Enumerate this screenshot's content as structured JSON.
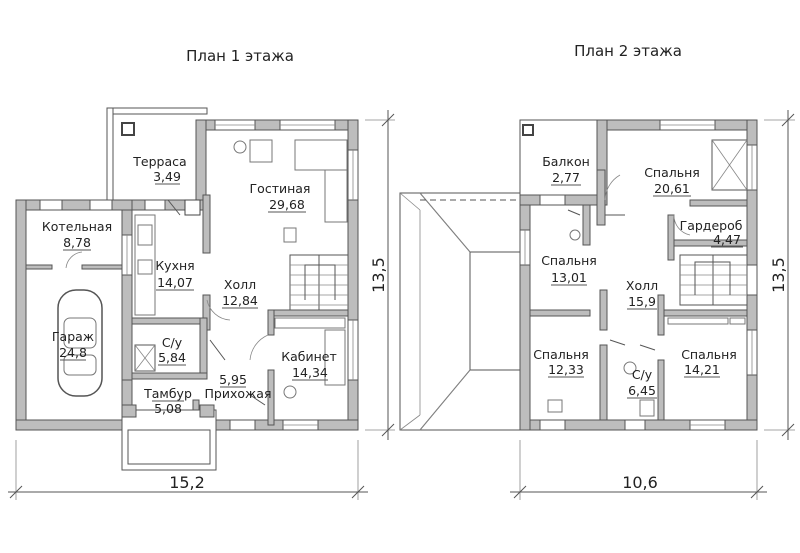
{
  "plans": [
    {
      "title": "План 1 этажа",
      "rooms": [
        {
          "id": "terrasa",
          "name": "Терраса",
          "area": "3,49"
        },
        {
          "id": "gostinaya",
          "name": "Гостиная",
          "area": "29,68"
        },
        {
          "id": "kotelnaya",
          "name": "Котельная",
          "area": "8,78"
        },
        {
          "id": "kukhnya",
          "name": "Кухня",
          "area": "14,07"
        },
        {
          "id": "holl1",
          "name": "Холл",
          "area": "12,84"
        },
        {
          "id": "garazh",
          "name": "Гараж",
          "area": "24,8"
        },
        {
          "id": "su1",
          "name": "С/у",
          "area": "5,84"
        },
        {
          "id": "kabinet",
          "name": "Кабинет",
          "area": "14,34"
        },
        {
          "id": "prikhozhaya",
          "name": "Прихожая",
          "area": "5,95"
        },
        {
          "id": "tambur",
          "name": "Тамбур",
          "area": "5,08"
        }
      ],
      "width_dim": "15,2",
      "height_dim": "13,5"
    },
    {
      "title": "План 2 этажа",
      "rooms": [
        {
          "id": "balkon",
          "name": "Балкон",
          "area": "2,77"
        },
        {
          "id": "spalnya1",
          "name": "Спальня",
          "area": "20,61"
        },
        {
          "id": "garderob",
          "name": "Гардероб",
          "area": "4,47"
        },
        {
          "id": "spalnya2",
          "name": "Спальня",
          "area": "13,01"
        },
        {
          "id": "holl2",
          "name": "Холл",
          "area": "15,9"
        },
        {
          "id": "spalnya3",
          "name": "Спальня",
          "area": "12,33"
        },
        {
          "id": "su2",
          "name": "С/у",
          "area": "6,45"
        },
        {
          "id": "spalnya4",
          "name": "Спальня",
          "area": "14,21"
        }
      ],
      "width_dim": "10,6",
      "height_dim": "13,5"
    }
  ]
}
